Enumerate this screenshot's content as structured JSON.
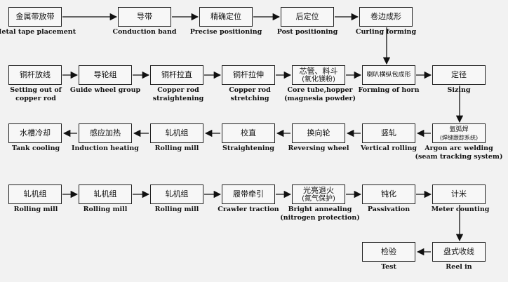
{
  "steps": [
    {
      "zh": "金属带放带",
      "en": "Metal tape placement"
    },
    {
      "zh": "导带",
      "en": "Conduction band"
    },
    {
      "zh": "精确定位",
      "en": "Precise positioning"
    },
    {
      "zh": "后定位",
      "en": "Post positioning"
    },
    {
      "zh": "卷边成形",
      "en": "Curling forming"
    },
    {
      "zh": "铜杆放线",
      "en": "Setting out of copper rod"
    },
    {
      "zh": "导轮组",
      "en": "Guide wheel group"
    },
    {
      "zh": "铜杆拉直",
      "en": "Copper rod straightening"
    },
    {
      "zh": "铜杆拉伸",
      "en": "Copper rod stretching"
    },
    {
      "zh": "芯管、料斗",
      "zh2": "(氧化镁粉)",
      "en": "Core tube,hopper (magnesia powder)"
    },
    {
      "zh": "喇叭横纵包成形",
      "en": "Forming of horn"
    },
    {
      "zh": "定径",
      "en": "Sizing"
    },
    {
      "zh": "氩弧焊",
      "zh2": "(焊缝跟踪系统)",
      "en": "Argon arc welding (seam tracking system)"
    },
    {
      "zh": "竖轧",
      "en": "Vertical rolling"
    },
    {
      "zh": "换向轮",
      "en": "Reversing wheel"
    },
    {
      "zh": "校直",
      "en": "Straightening"
    },
    {
      "zh": "轧机组",
      "en": "Rolling mill"
    },
    {
      "zh": "感应加热",
      "en": "Induction heating"
    },
    {
      "zh": "水槽冷却",
      "en": "Tank cooling"
    },
    {
      "zh": "轧机组",
      "en": "Rolling mill"
    },
    {
      "zh": "轧机组",
      "en": "Rolling mill"
    },
    {
      "zh": "轧机组",
      "en": "Rolling mill"
    },
    {
      "zh": "履带牵引",
      "en": "Crawler traction"
    },
    {
      "zh": "光亮退火",
      "zh2": "(氮气保护)",
      "en": "Bright annealing (nitrogen protection)"
    },
    {
      "zh": "钝化",
      "en": "Passivation"
    },
    {
      "zh": "计米",
      "en": "Meter counting"
    },
    {
      "zh": "盘式收线",
      "en": "Reel in"
    },
    {
      "zh": "检验",
      "en": "Test"
    }
  ]
}
